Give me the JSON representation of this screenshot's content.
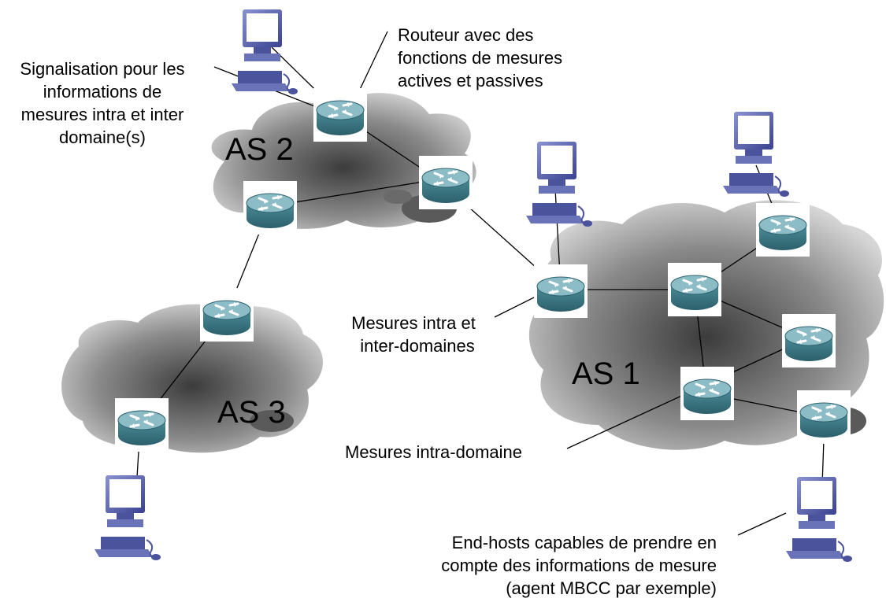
{
  "domains": {
    "as1": "AS 1",
    "as2": "AS 2",
    "as3": "AS 3"
  },
  "callouts": {
    "signalisation": [
      "Signalisation pour les",
      "informations de",
      "mesures intra et inter",
      "domaine(s)"
    ],
    "routeur": [
      "Routeur avec des",
      "fonctions de mesures",
      "actives et passives"
    ],
    "inter": [
      "Mesures intra et",
      "inter-domaines"
    ],
    "intra": [
      "Mesures intra-domaine"
    ],
    "endhosts": [
      "End-hosts capables de prendre en",
      "compte des informations de mesure",
      "(agent MBCC par exemple)"
    ]
  },
  "colors": {
    "cloud": "#9a9a9a",
    "router": "#3f7f8c",
    "router_top": "#7fb0ba",
    "monitor": "#5a64a8",
    "screen": "#ffffff",
    "line": "#000000"
  },
  "icons": {
    "router": "router-icon",
    "host": "computer-icon",
    "cloud": "cloud-icon"
  }
}
